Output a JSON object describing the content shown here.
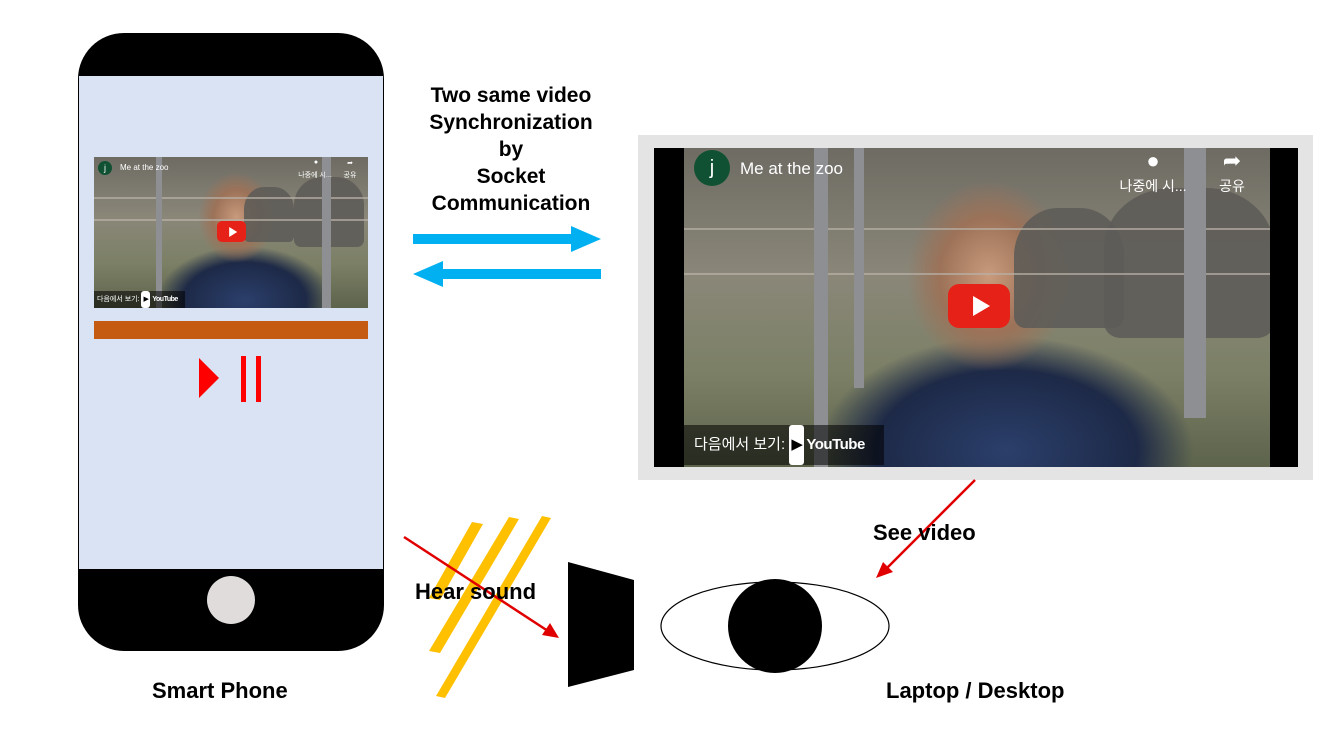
{
  "diagram": {
    "sync_lines": [
      "Two same video",
      "Synchronization",
      "by",
      "Socket",
      "Communication"
    ],
    "see_video": "See video",
    "hear_sound": "Hear sound",
    "smart_phone": "Smart Phone",
    "laptop_desktop": "Laptop / Desktop"
  },
  "video": {
    "avatar_letter": "j",
    "title": "Me at the zoo",
    "watch_later_label": "나중에 시...",
    "share_label": "공유",
    "watch_on": "다음에서 보기:",
    "youtube_logo": "YouTube"
  },
  "icons": {
    "watch_later": "clock-icon",
    "share": "share-arrow-icon",
    "play": "play-icon",
    "pause": "pause-icon"
  },
  "colors": {
    "arrow_blue": "#00b0f0",
    "arrow_red": "#e00000",
    "sound_waves": "#ffc000",
    "progress_bar": "#c55a11",
    "phone_screen": "#dae3f3",
    "youtube_red": "#e62117"
  }
}
